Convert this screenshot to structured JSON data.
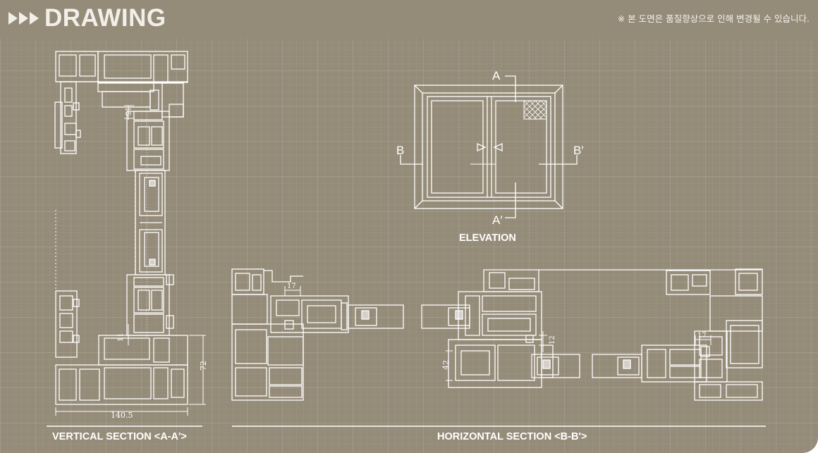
{
  "header": {
    "title": "DRAWING",
    "note": "※ 본 도면은 품질향상으로 인해 변경될 수 있습니다."
  },
  "elevation": {
    "label_a": "A",
    "label_a_prime": "A′",
    "label_b": "B",
    "label_b_prime": "B′"
  },
  "dimensions": {
    "d15": "15",
    "d11": "11",
    "d72": "72",
    "d140_5": "140.5",
    "d17_left": "17",
    "d17_right": "17",
    "d12": "12",
    "d42": "42"
  },
  "captions": {
    "elevation": "ELEVATION",
    "vertical": "VERTICAL SECTION <A-A'>",
    "horizontal": "HORIZONTAL SECTION <B-B'>"
  },
  "colors": {
    "background": "#958b79",
    "grid": "#a69d8c",
    "line": "#ffffff"
  }
}
